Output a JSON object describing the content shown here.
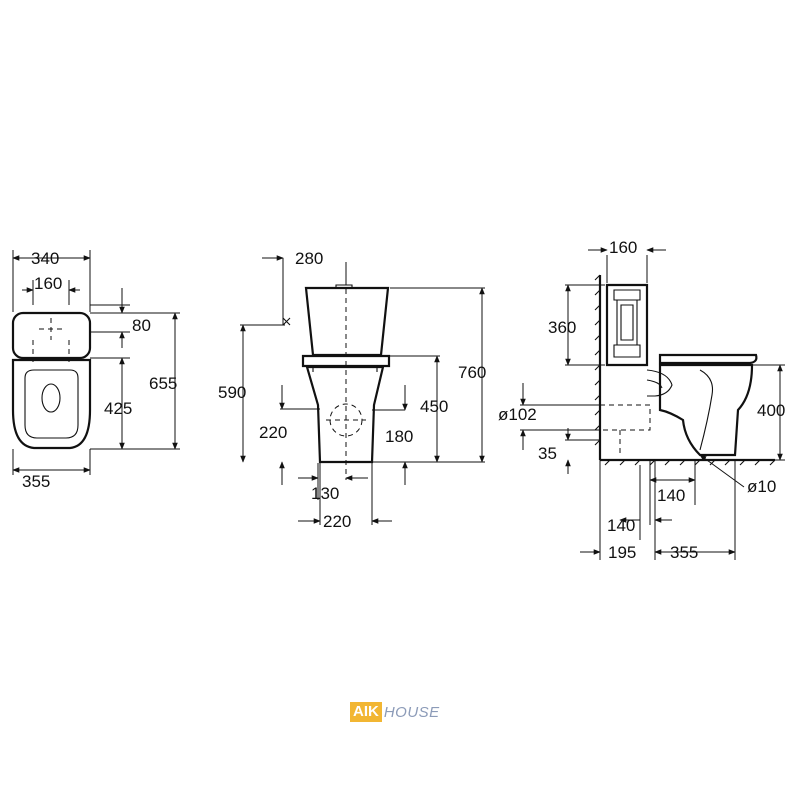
{
  "top_view": {
    "dims": [
      "340",
      "160",
      "80",
      "655",
      "425",
      "355"
    ]
  },
  "front_view": {
    "dims": [
      "280",
      "760",
      "590",
      "450",
      "220",
      "180",
      "130",
      "220"
    ]
  },
  "side_view": {
    "dims": [
      "160",
      "360",
      "400",
      "ø102",
      "35",
      "140",
      "ø10",
      "140",
      "195",
      "355"
    ]
  },
  "watermark": {
    "brand_box": "AIK",
    "brand_text": "HOUSE",
    "box_color": "#f2b632",
    "text_color": "#8c9bb8"
  }
}
